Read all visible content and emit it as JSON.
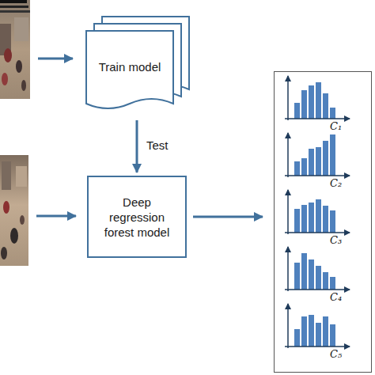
{
  "diagram": {
    "nodes": [
      {
        "text": [
          "Train model"
        ]
      },
      {
        "text": [
          "Deep regression forest model"
        ]
      },
      {
        "text": [
          "C₁",
          "C₂",
          "C₃",
          "C₄",
          "C₅"
        ]
      }
    ],
    "edges": [
      {
        "from": 0,
        "to": 1,
        "arrow": "to",
        "label": "Test"
      },
      {
        "from": 1,
        "to": 2,
        "arrow": "to"
      }
    ]
  }
}
